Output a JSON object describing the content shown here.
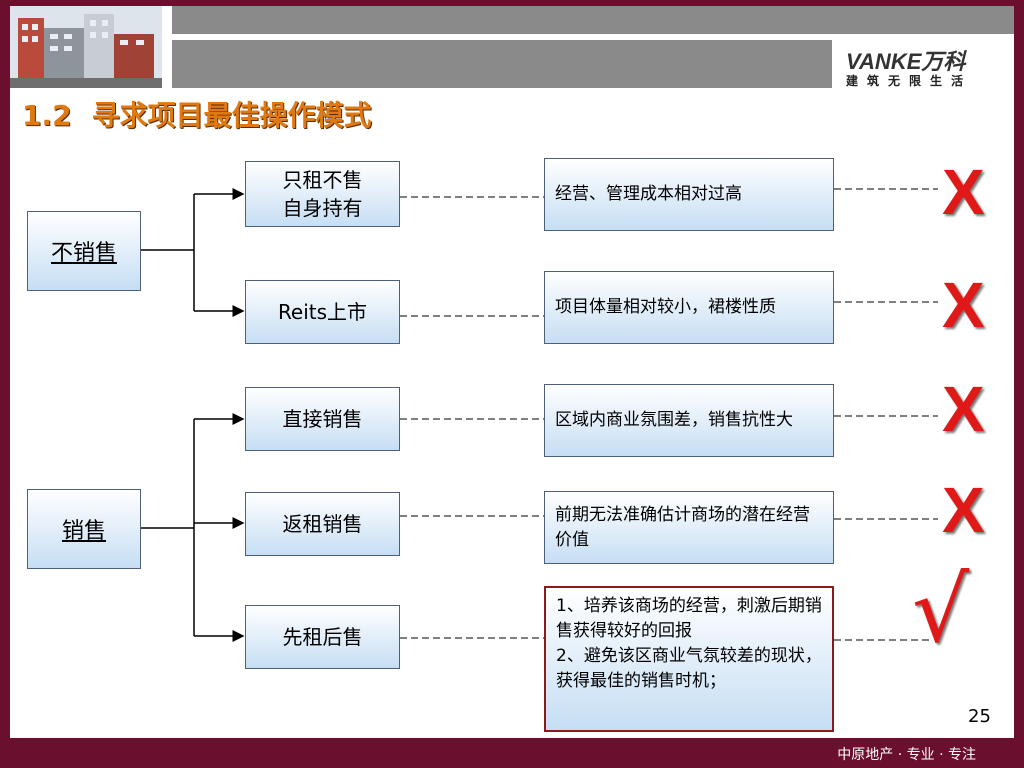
{
  "header": {
    "logo_main": "VANKE万科",
    "logo_sub": "建筑无限生活"
  },
  "title": {
    "number": "1.2",
    "text": "寻求项目最佳操作模式"
  },
  "left_boxes": [
    "不销售",
    "销售"
  ],
  "options": [
    {
      "label": "只租不售\n自身持有",
      "reason": "经营、管理成本相对过高",
      "mark": "X"
    },
    {
      "label": "Reits上市",
      "reason": "项目体量相对较小，裙楼性质",
      "mark": "X"
    },
    {
      "label": "直接销售",
      "reason": "区域内商业氛围差，销售抗性大",
      "mark": "X"
    },
    {
      "label": "返租销售",
      "reason": "前期无法准确估计商场的潜在经营价值",
      "mark": "X"
    },
    {
      "label": "先租后售",
      "reason": "1、培养该商场的经营，刺激后期销售获得较好的回报\n2、避免该区商业气氛较差的现状，获得最佳的销售时机；",
      "mark": "√"
    }
  ],
  "page_number": "25",
  "footer": "中原地产 · 专业 · 专注"
}
